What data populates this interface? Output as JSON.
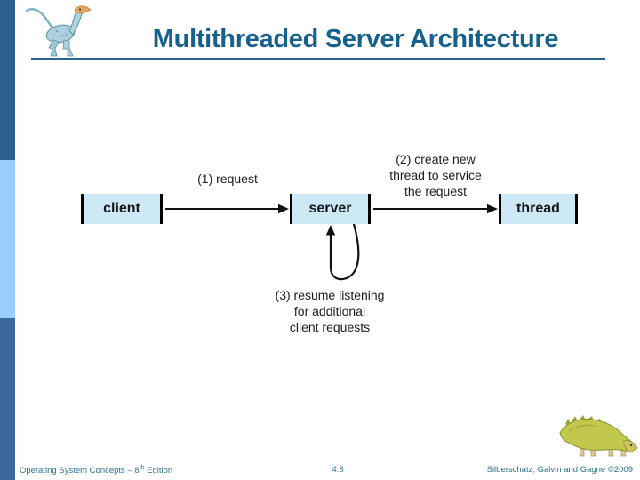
{
  "slide": {
    "title": "Multithreaded Server Architecture",
    "footer": {
      "book_prefix": "Operating System Concepts – 8",
      "edition_superscript": "th",
      "book_suffix": " Edition",
      "page_number": "4.8",
      "authors": "Silberschatz, Galvin and Gagne ©2009"
    }
  },
  "diagram": {
    "boxes": [
      {
        "label": "client"
      },
      {
        "label": "server"
      },
      {
        "label": "thread"
      }
    ],
    "arrows": [
      {
        "from": "client",
        "to": "server"
      },
      {
        "from": "server",
        "to": "thread"
      },
      {
        "from": "server",
        "to": "server",
        "shape": "loop"
      }
    ],
    "labels": {
      "request": {
        "line1": "(1) request"
      },
      "create": {
        "line1": "(2) create new",
        "line2": "thread to service",
        "line3": "the request"
      },
      "resume": {
        "line1": "(3) resume listening",
        "line2": "for additional",
        "line3": "client requests"
      }
    }
  },
  "colors": {
    "title_text": "#17618E",
    "title_rule": "#2A618F",
    "sidebar_top": "#2C5E90",
    "sidebar_middle": "#99CCFF",
    "sidebar_bottom": "#39699C",
    "box_fill": "#CDE9F6",
    "box_border": "#000000",
    "arrow": "#111111",
    "footer_text": "#2E7191"
  }
}
